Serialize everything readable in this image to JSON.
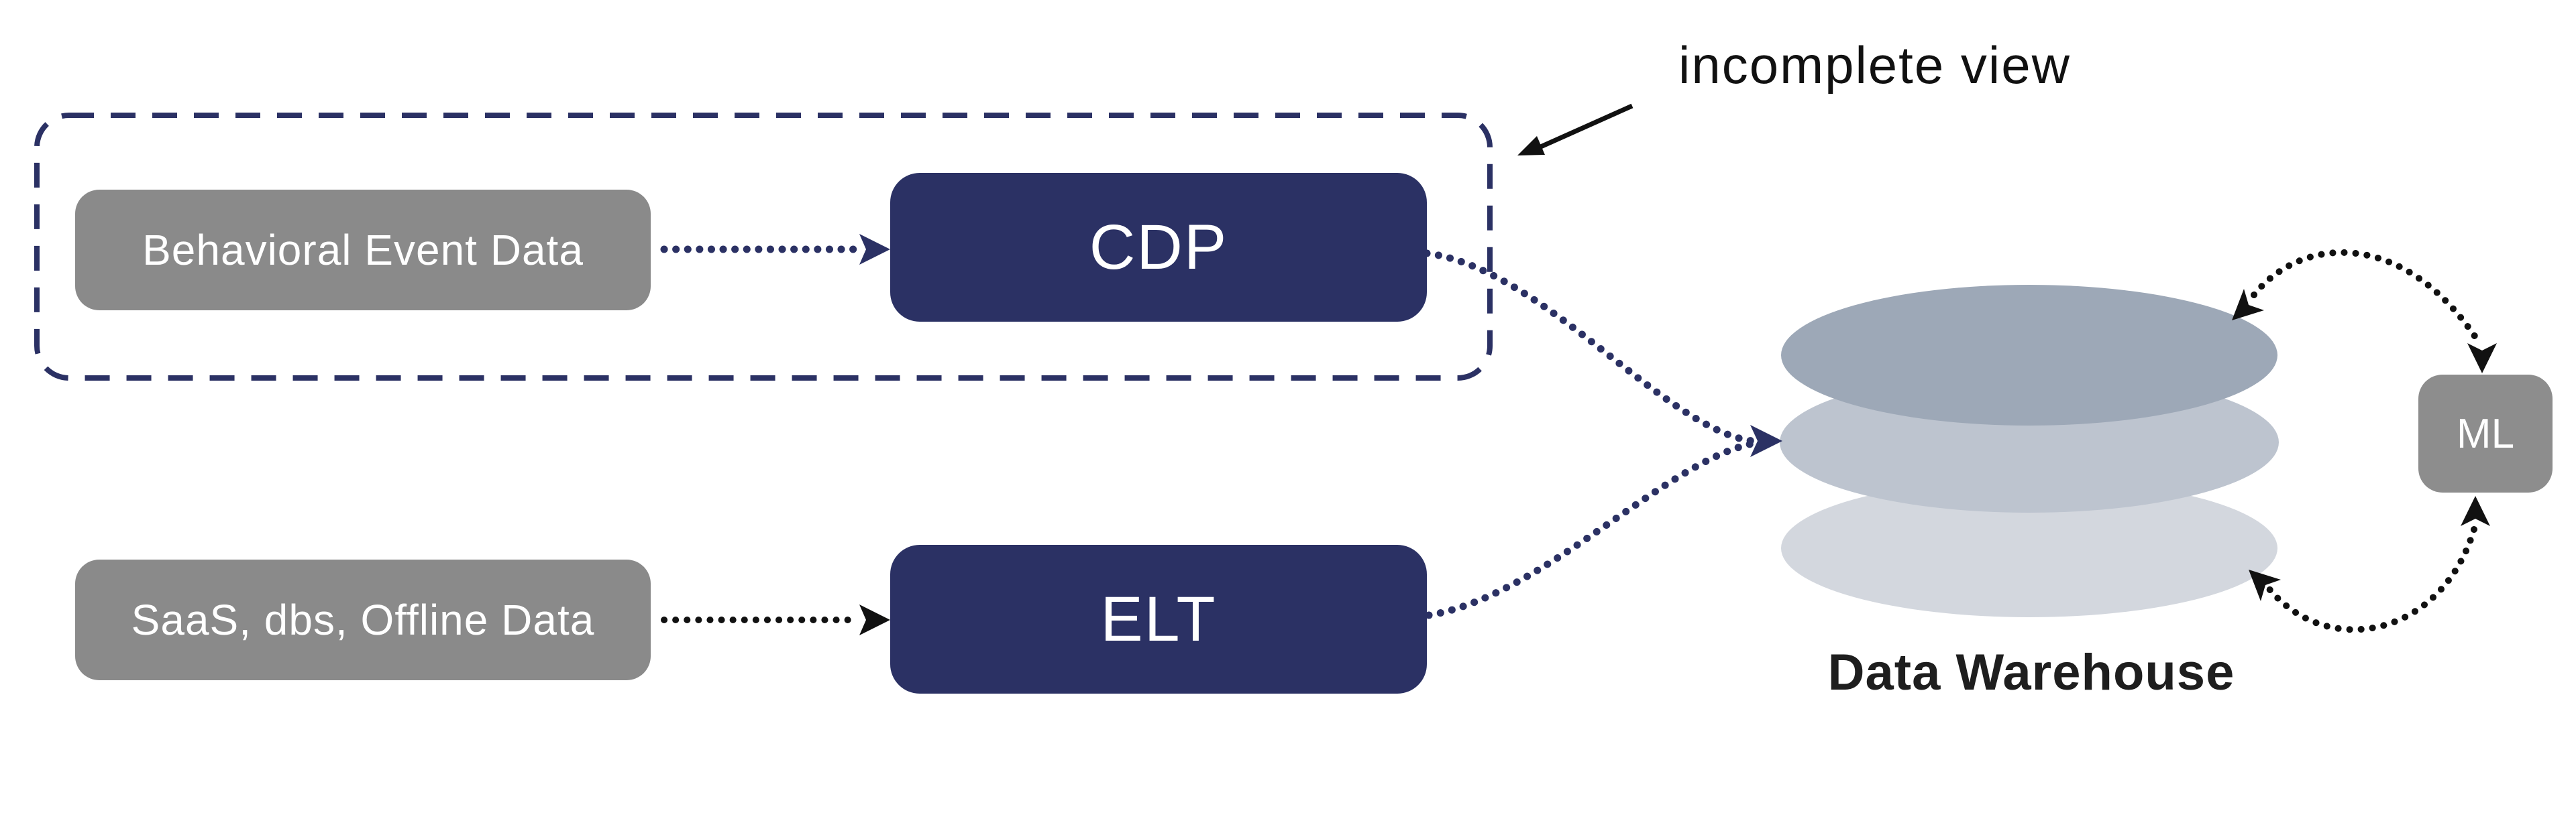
{
  "annotation": {
    "label": "incomplete view"
  },
  "nodes": {
    "behavioral": {
      "label": "Behavioral Event Data"
    },
    "saas": {
      "label": "SaaS, dbs, Offline Data"
    },
    "cdp": {
      "label": "CDP"
    },
    "elt": {
      "label": "ELT"
    },
    "ml": {
      "label": "ML"
    },
    "warehouse": {
      "label": "Data Warehouse"
    }
  },
  "colors": {
    "navy": "#2b3164",
    "box_gray": "#8a8a8a",
    "ml_gray": "#8d8d8d",
    "ink": "#111111",
    "text_dark": "#1e1e1e",
    "disk_top": "#9da8b7",
    "disk_middle": "#bdc4cf",
    "disk_bottom": "#d3d7de"
  }
}
